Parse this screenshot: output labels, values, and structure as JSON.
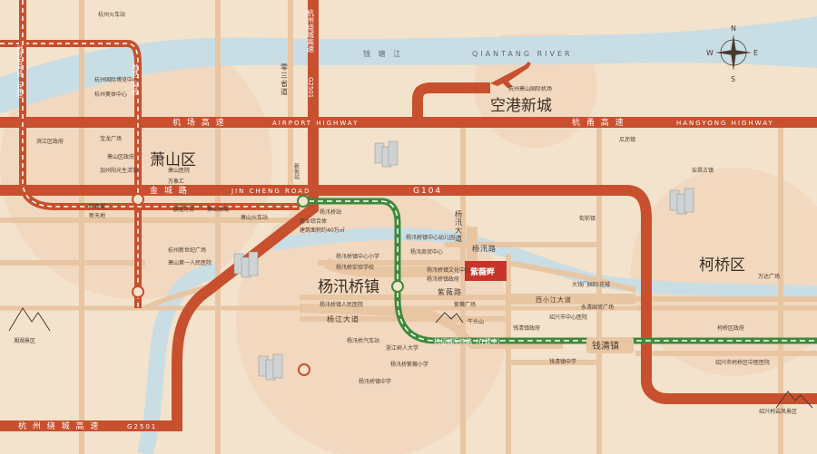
{
  "districts": {
    "xiaoshan": "萧山区",
    "keqiao": "柯桥区",
    "yangxun": "杨汛桥镇",
    "konggang": "空港新城"
  },
  "roads": {
    "airport_cn": "机 场 高 速",
    "airport_en": "AIRPORT HIGHWAY",
    "hangyong_cn": "杭 甬 高 速",
    "hangyong_en": "HANGYONG HIGHWAY",
    "jincheng_cn": "金 城 路",
    "jincheng_en": "JIN CHENG ROAD",
    "g104": "G104",
    "hangzhou_ring_bottom": "杭 州 绕 城 高 速",
    "g2501_bottom": "G2501",
    "hangzhou_ring_vert": "杭州绕城高速",
    "g2501_vert": "G2501",
    "lingsan": "零三省道",
    "yangxun_dadao": "杨汛大道",
    "yangxun_rd": "杨汛路",
    "ziwei_rd": "紫薇路",
    "yangjiang_dadao": "杨江大道",
    "xixiaojiang_dadao": "西小江大道",
    "hangshao_rail": "杭绍城际铁路（在建中）",
    "qianqing_zhen": "钱清镇"
  },
  "metro": {
    "line2": "地铁二号线",
    "line5": "地铁五号线（在建）"
  },
  "river": {
    "cn": "钱 塘 江",
    "en": "QIANTANG RIVER"
  },
  "project": "紫薇畔",
  "compass": {
    "n": "N",
    "s": "S",
    "e": "E",
    "w": "W"
  },
  "pois": [
    {
      "id": "hz-station",
      "text": "杭州火车站"
    },
    {
      "id": "sports-center",
      "text": "杭州国际博览中心"
    },
    {
      "id": "olympic",
      "text": "杭州奥体中心"
    },
    {
      "id": "binjiang-gov",
      "text": "滨江区政府"
    },
    {
      "id": "baolong",
      "text": "宝龙广场"
    },
    {
      "id": "xiaoshan-gov",
      "text": "萧山区政府"
    },
    {
      "id": "jiazhou",
      "text": "加州阳光生活馆"
    },
    {
      "id": "xiaoshan-hosp",
      "text": "萧山医院"
    },
    {
      "id": "wanda-xs",
      "text": "万象汇"
    },
    {
      "id": "xintiandi",
      "text": "旺角城"
    },
    {
      "id": "xintiandi2",
      "text": "新天地"
    },
    {
      "id": "yintai",
      "text": "银隆万货"
    },
    {
      "id": "xs-lake",
      "text": "萧山湖城"
    },
    {
      "id": "xs-train",
      "text": "萧山火车站"
    },
    {
      "id": "hz-new-century",
      "text": "杭州新世纪广场"
    },
    {
      "id": "xs-first-hosp",
      "text": "萧山第一人民医院"
    },
    {
      "id": "xianghu",
      "text": "湘湖景区"
    },
    {
      "id": "xinjie-stn",
      "text": "新街站"
    },
    {
      "id": "commercial",
      "text": "商业综合体"
    },
    {
      "id": "commercial-area",
      "text": "建筑面积约40万㎡"
    },
    {
      "id": "yangxun-stn",
      "text": "杨汛桥站"
    },
    {
      "id": "yx-center-kg",
      "text": "杨汛桥镇中心幼儿园"
    },
    {
      "id": "yx-trade",
      "text": "杨汛商贸中心"
    },
    {
      "id": "yx-primary",
      "text": "杨汛桥镇中心小学"
    },
    {
      "id": "yx-experiment",
      "text": "杨汛桥实验学校"
    },
    {
      "id": "yx-culture",
      "text": "杨汛桥镇文化中心"
    },
    {
      "id": "yx-gov",
      "text": "杨汛桥镇政府"
    },
    {
      "id": "ziwei-plaza",
      "text": "紫薇广场"
    },
    {
      "id": "niutoushan",
      "text": "牛头山"
    },
    {
      "id": "yx-hospital",
      "text": "杨汛桥镇人民医院"
    },
    {
      "id": "yx-bus",
      "text": "杨汛桥汽车站"
    },
    {
      "id": "zj-university",
      "text": "浙江树人大学"
    },
    {
      "id": "yx-ziwei-primary",
      "text": "杨汛桥紫薇小学"
    },
    {
      "id": "yx-middle",
      "text": "杨汛桥镇中学"
    },
    {
      "id": "hz-airport",
      "text": "杭州萧山国际机场"
    },
    {
      "id": "guali",
      "text": "瓜沥镇"
    },
    {
      "id": "jienan",
      "text": "街前镇"
    },
    {
      "id": "anchang",
      "text": "安昌古镇"
    },
    {
      "id": "wanda-kq",
      "text": "万达广场"
    },
    {
      "id": "dayang",
      "text": "大钱门国际花城"
    },
    {
      "id": "shaoxing-hosp",
      "text": "绍兴市中心医院"
    },
    {
      "id": "yongqing",
      "text": "永清国贸广场"
    },
    {
      "id": "qianqing-gov",
      "text": "钱清镇政府"
    },
    {
      "id": "qianqing-mid",
      "text": "钱清镇中学"
    },
    {
      "id": "keqiao-gov",
      "text": "柯桥区政府"
    },
    {
      "id": "keqiao-hosp",
      "text": "绍兴市柯桥区中医医院"
    },
    {
      "id": "keyan",
      "text": "绍兴柯岩风景区"
    }
  ],
  "colors": {
    "land": "#f3e3cc",
    "river": "#c9dde4",
    "highway": "#c8502e",
    "road": "#e8c6a3",
    "green_line": "#3f8a3a",
    "project": "#c8342a"
  }
}
